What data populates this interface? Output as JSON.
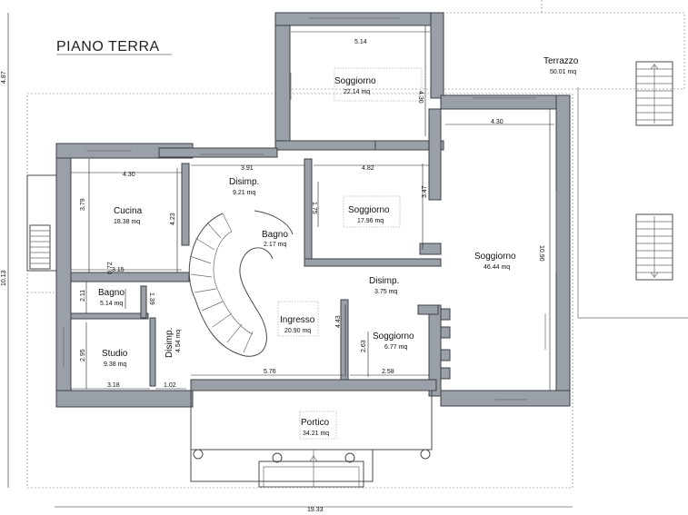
{
  "title": "PIANO TERRA",
  "rooms": [
    {
      "id": "terrazzo",
      "name": "Terrazzo",
      "area": "50.01 mq"
    },
    {
      "id": "soggiorno-top",
      "name": "Soggiorno",
      "area": "22.14 mq"
    },
    {
      "id": "disimp-1",
      "name": "Disimp.",
      "area": "9.21 mq"
    },
    {
      "id": "cucina",
      "name": "Cucina",
      "area": "18.38 mq"
    },
    {
      "id": "soggiorno-mid",
      "name": "Soggiorno",
      "area": "17.96 mq"
    },
    {
      "id": "bagno-1",
      "name": "Bagno",
      "area": "2.17 mq"
    },
    {
      "id": "soggiorno-right",
      "name": "Soggiorno",
      "area": "46.44 mq"
    },
    {
      "id": "bagno-2",
      "name": "Bagno",
      "area": "5.14 mq"
    },
    {
      "id": "disimp-2",
      "name": "Disimp.",
      "area": "3.75 mq"
    },
    {
      "id": "ingresso",
      "name": "Ingresso",
      "area": "20.90 mq"
    },
    {
      "id": "soggiorno-small",
      "name": "Soggiorno",
      "area": "6.77 mq"
    },
    {
      "id": "studio",
      "name": "Studio",
      "area": "9.38 mq"
    },
    {
      "id": "disimp-3",
      "name": "Disimp.",
      "area": "4.54 mq"
    },
    {
      "id": "portico",
      "name": "Portico",
      "area": "34.21 mq"
    }
  ],
  "dimensions": {
    "d_514": "5.14",
    "d_430_top": "4.30",
    "d_430_right": "4.30",
    "d_430_left": "4.30",
    "d_391": "3.91",
    "d_482": "4.82",
    "d_379": "3.79",
    "d_423": "4.23",
    "d_175": "1.75",
    "d_347": "3.47",
    "d_1090": "10.90",
    "d_072": "0.72",
    "d_315": "3.15",
    "d_211": "2.11",
    "d_139": "1.39",
    "d_443": "4.43",
    "d_263": "2.63",
    "d_295": "2.95",
    "d_576": "5.76",
    "d_258": "2.58",
    "d_318": "3.18",
    "d_102": "1.02",
    "d_1933": "19.33",
    "d_1013": "10.13",
    "d_487": "4.87"
  }
}
